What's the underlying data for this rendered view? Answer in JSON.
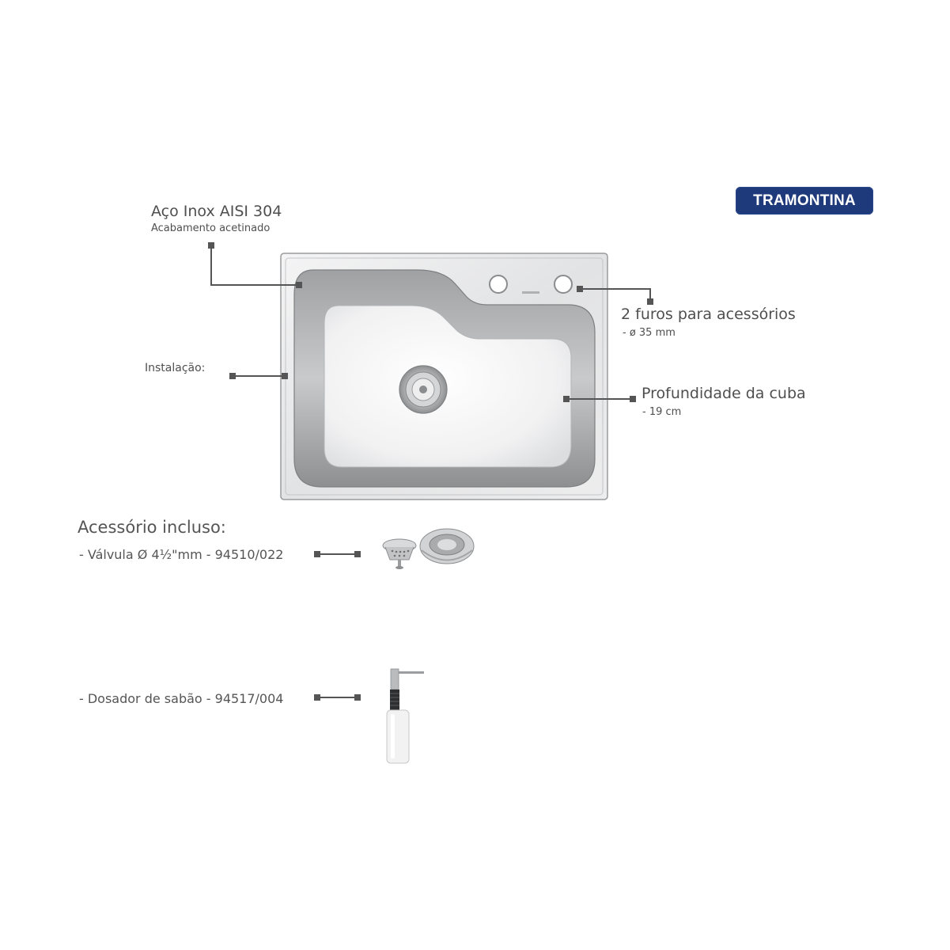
{
  "brand": {
    "name": "TRAMONTINA"
  },
  "features": {
    "material": {
      "title": "Aço Inox AISI 304",
      "subtitle": "Acabamento acetinado"
    },
    "installation": {
      "title": "Instalação:"
    },
    "holes": {
      "title": "2 furos para acessórios",
      "subtitle": "- ø 35 mm"
    },
    "depth": {
      "title": "Profundidade da cuba",
      "subtitle": "- 19 cm"
    }
  },
  "accessories": {
    "heading": "Acessório incluso:",
    "items": [
      {
        "label": "- Válvula Ø 4½\"mm - 94510/022",
        "icon": "drain-valve-icon"
      },
      {
        "label": "- Dosador de sabão - 94517/004",
        "icon": "soap-dispenser-icon"
      }
    ]
  },
  "colors": {
    "brand_bg": "#1f3a7a",
    "leader_line": "#555555",
    "steel": "#d9dadb"
  }
}
